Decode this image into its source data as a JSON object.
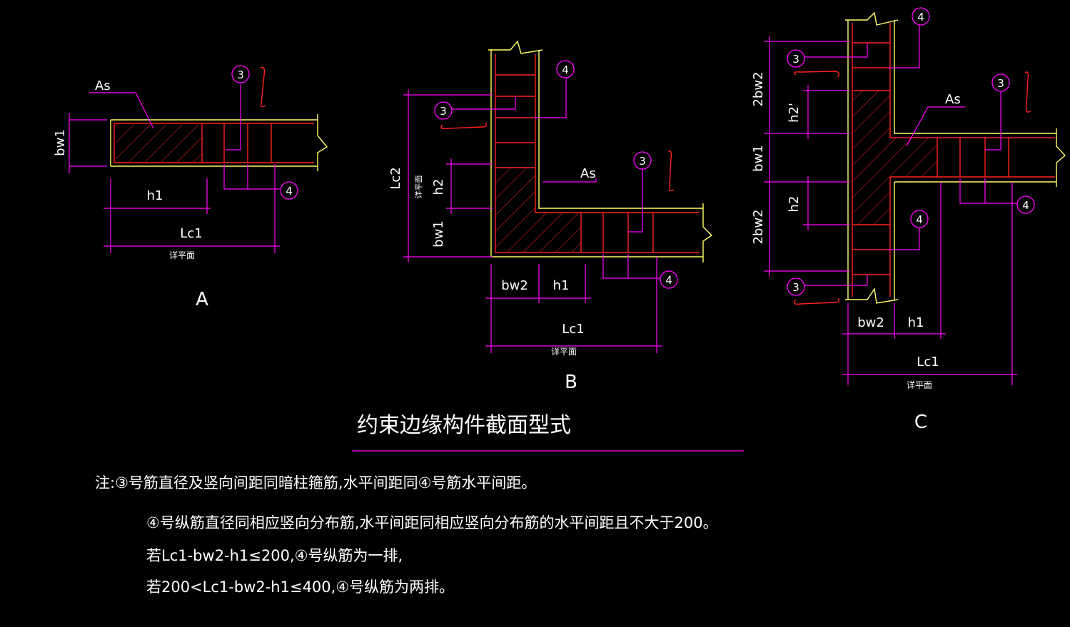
{
  "labels": {
    "as": "As",
    "bw1": "bw1",
    "bw2": "bw2",
    "h1": "h1",
    "h2": "h2",
    "h2p": "h2'",
    "lc1": "Lc1",
    "lc2": "Lc2",
    "tbw2": "2bw2",
    "detail": "详平面",
    "n3": "3",
    "n4": "4"
  },
  "figures": {
    "a": "A",
    "b": "B",
    "c": "C"
  },
  "title": "约束边缘构件截面型式",
  "notes": [
    "注:③号筋直径及竖向间距同暗柱箍筋,水平间距同④号筋水平间距。",
    "④号纵筋直径同相应竖向分布筋,水平间距同相应竖向分布筋的水平间距且不大于200。",
    "若Lc1-bw2-h1≤200,④号纵筋为一排,",
    "若200<Lc1-bw2-h1≤400,④号纵筋为两排。"
  ],
  "colors": {
    "background": "#000000",
    "dimension": "#ff00ff",
    "wall_outline": "#ffff66",
    "rebar": "#ff2020",
    "text": "#ffffff"
  }
}
